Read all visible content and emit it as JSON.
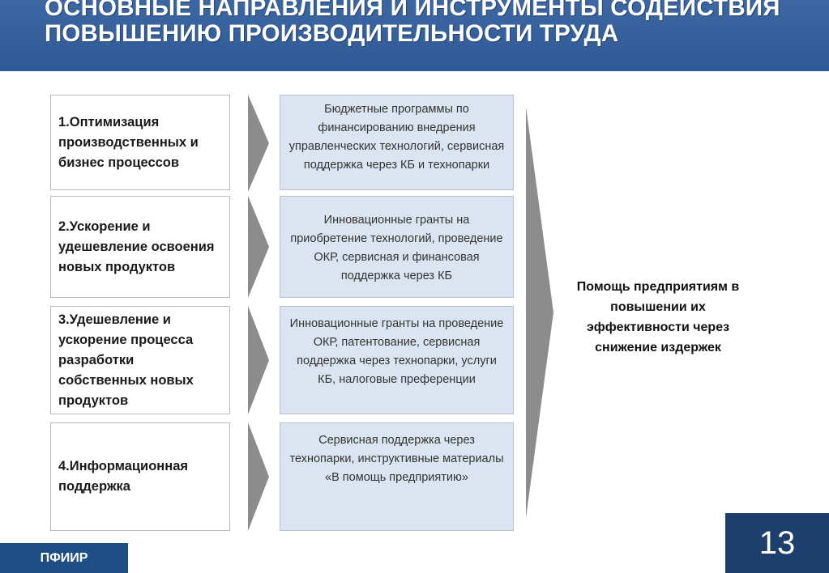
{
  "header": {
    "title": "ОСНОВНЫЕ НАПРАВЛЕНИЯ И ИНСТРУМЕНТЫ СОДЕЙСТВИЯ ПОВЫШЕНИЮ ПРОИЗВОДИТЕЛЬНОСТИ ТРУДА"
  },
  "directions": [
    "1.Оптимизация производственных и бизнес процессов",
    "2.Ускорение  и удешевление освоения  новых продуктов",
    "3.Удешевление  и ускорение процесса разработки собственных новых продуктов",
    "4.Информационная поддержка"
  ],
  "instruments": [
    "Бюджетные программы по финансированию внедрения управленческих технологий, сервисная поддержка через  КБ и технопарки",
    "Инновационные гранты на приобретение  технологий, проведение ОКР,  сервисная и финансовая поддержка через КБ",
    "Инновационные гранты на проведение ОКР,  патентование, сервисная поддержка через технопарки, услуги КБ, налоговые преференции",
    "Сервисная поддержка через технопарки, инструктивные материалы «В помощь предприятию»"
  ],
  "result": "Помощь предприятиям в повышении их эффективности через снижение  издержек",
  "footer": {
    "org": "ПФИИР",
    "page_number": "13"
  },
  "colors": {
    "header_bg": "#3c67a3",
    "instrument_bg": "#dbe5f1",
    "arrow_gray": "#8c8c8c",
    "footer_bg": "#1f4e87",
    "page_num_bg": "#1c3f6e"
  }
}
